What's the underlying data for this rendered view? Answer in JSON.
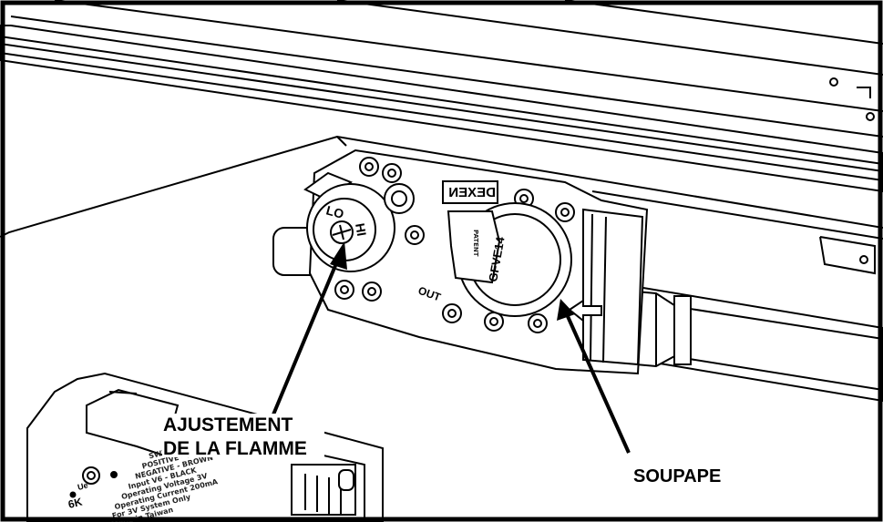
{
  "labels": {
    "flame_adjust_line1": "AJUSTEMENT",
    "flame_adjust_line2": "DE LA FLAMME",
    "valve": "SOUPAPE"
  },
  "valve_markings": {
    "brand": "DEXEN",
    "model": "GFVE14",
    "patent": "PATENT",
    "out": "OUT",
    "lo": "LO",
    "hi": "HI"
  },
  "module_markings": {
    "lines": [
      "SWITCH - GREEN",
      "POSITIVE - BROWN",
      "NEGATIVE - BROWN",
      "Input V6 - BLACK",
      "Operating Voltage 3V",
      "Operating Current 200mA",
      "For 3V System Only",
      "Made in Taiwan"
    ],
    "code": "6K",
    "mark": "Ue"
  }
}
